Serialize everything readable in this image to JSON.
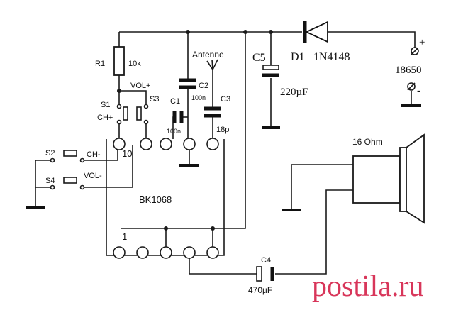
{
  "diagram": {
    "chip": {
      "name": "BK1068",
      "pin_top": "10",
      "pin_bottom": "1"
    },
    "r1": {
      "label": "R1",
      "value": "10k"
    },
    "s1": {
      "label": "S1",
      "function": "CH+"
    },
    "s3": {
      "label": "S3",
      "function": "VOL+"
    },
    "s2": {
      "label": "S2",
      "function": "CH-"
    },
    "s4": {
      "label": "S4",
      "function": "VOL-"
    },
    "c1": {
      "label": "C1",
      "value": "100n"
    },
    "c2": {
      "label": "C2",
      "value": "100n"
    },
    "c3": {
      "label": "C3",
      "value": "18p"
    },
    "antenna": "Antenne",
    "c5": {
      "label": "C5",
      "value": "220µF"
    },
    "d1": {
      "label": "D1",
      "part": "1N4148"
    },
    "battery": {
      "name": "18650",
      "plus": "+",
      "minus": "-"
    },
    "speaker": {
      "impedance": "16 Ohm"
    },
    "c4": {
      "label": "C4",
      "value": "470µF"
    }
  },
  "watermark": {
    "text": "postila.ru",
    "color": "#d8365a"
  }
}
